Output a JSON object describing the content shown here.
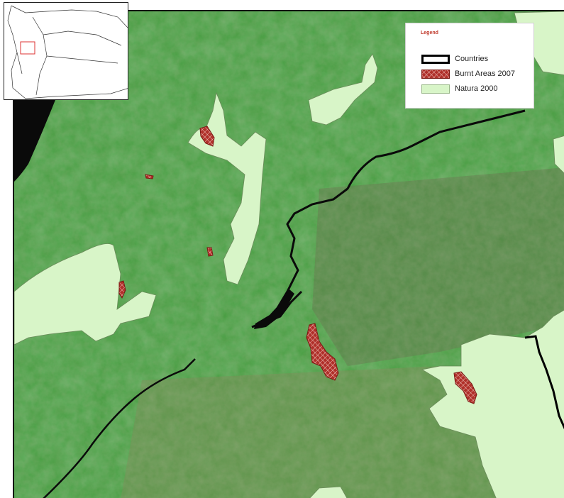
{
  "legend": {
    "title": "Legend",
    "items": [
      {
        "key": "countries",
        "label": "Countries",
        "color": "#000000"
      },
      {
        "key": "burnt",
        "label": "Burnt Areas 2007",
        "color": "#c0392b"
      },
      {
        "key": "natura",
        "label": "Natura 2000",
        "color": "#d8f5c8"
      }
    ]
  },
  "colors": {
    "vegetation": "#3f9b3a",
    "vegetation_dark": "#2e7d32",
    "vegetation_dry": "#7a8a55",
    "water": "#0a0a0a",
    "natura": "#d8f5c8",
    "burnt": "#b0302a",
    "border": "#000000"
  }
}
